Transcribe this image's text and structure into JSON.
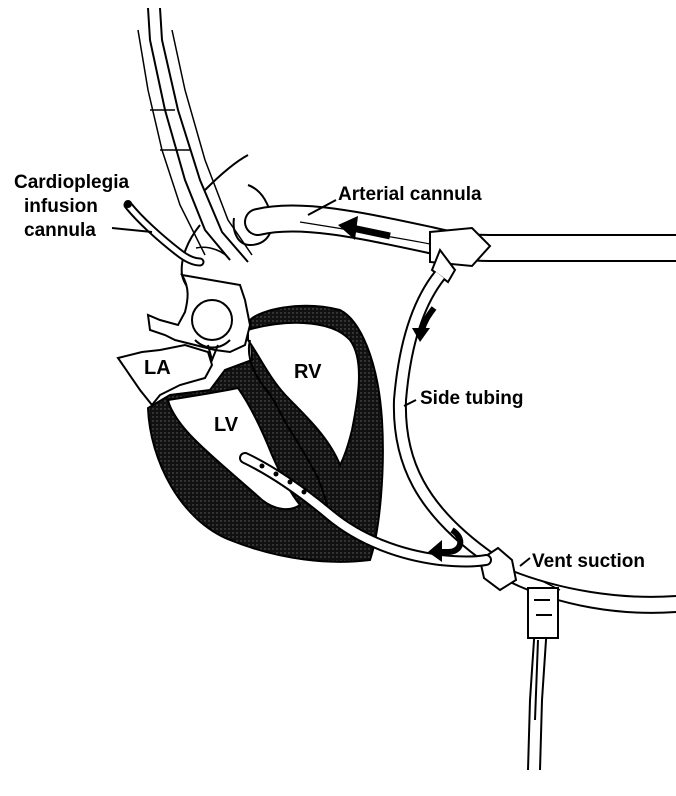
{
  "labels": {
    "cardioplegia_line1": "Cardioplegia",
    "cardioplegia_line2": "infusion",
    "cardioplegia_line3": "cannula",
    "arterial_cannula": "Arterial cannula",
    "side_tubing": "Side tubing",
    "vent_suction": "Vent suction"
  },
  "chambers": {
    "la": "LA",
    "lv": "LV",
    "rv": "RV"
  },
  "colors": {
    "ink": "#000000",
    "fill_dark": "#1a1a1a",
    "tube_fill": "#ffffff"
  }
}
